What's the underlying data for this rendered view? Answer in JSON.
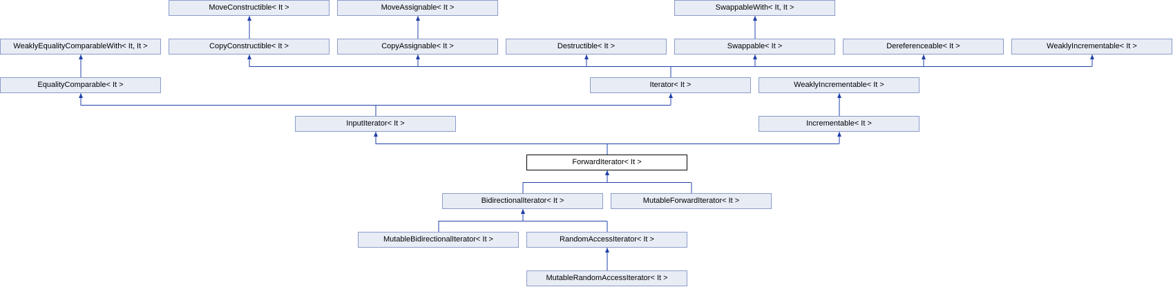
{
  "diagram": {
    "current_node": "ForwardIterator",
    "edge_color": "#1f3fa8",
    "nodes": {
      "MoveConstructible": "MoveConstructible< It >",
      "MoveAssignable": "MoveAssignable< It >",
      "SwappableWith": "SwappableWith< It, It >",
      "WeaklyEqualityComparableWith": "WeaklyEqualityComparableWith< It, It >",
      "CopyConstructible": "CopyConstructible< It >",
      "CopyAssignable": "CopyAssignable< It >",
      "Destructible": "Destructible< It >",
      "Swappable": "Swappable< It >",
      "Dereferenceable": "Dereferenceable< It >",
      "WeaklyIncrementableTop": "WeaklyIncrementable< It >",
      "EqualityComparable": "EqualityComparable< It >",
      "Iterator": "Iterator< It >",
      "WeaklyIncrementableMid": "WeaklyIncrementable< It >",
      "InputIterator": "InputIterator< It >",
      "Incrementable": "Incrementable< It >",
      "ForwardIterator": "ForwardIterator< It >",
      "BidirectionalIterator": "BidirectionalIterator< It >",
      "MutableForwardIterator": "MutableForwardIterator< It >",
      "MutableBidirectionalIterator": "MutableBidirectionalIterator< It >",
      "RandomAccessIterator": "RandomAccessIterator< It >",
      "MutableRandomAccessIterator": "MutableRandomAccessIterator< It >"
    },
    "edges": [
      [
        "MoveConstructible",
        "CopyConstructible"
      ],
      [
        "MoveAssignable",
        "CopyAssignable"
      ],
      [
        "SwappableWith",
        "Swappable"
      ],
      [
        "WeaklyEqualityComparableWith",
        "EqualityComparable"
      ],
      [
        "CopyConstructible",
        "Iterator"
      ],
      [
        "CopyAssignable",
        "Iterator"
      ],
      [
        "Destructible",
        "Iterator"
      ],
      [
        "Swappable",
        "Iterator"
      ],
      [
        "Dereferenceable",
        "Iterator"
      ],
      [
        "WeaklyIncrementableTop",
        "Iterator"
      ],
      [
        "WeaklyIncrementableMid",
        "Incrementable"
      ],
      [
        "EqualityComparable",
        "InputIterator"
      ],
      [
        "Iterator",
        "InputIterator"
      ],
      [
        "InputIterator",
        "ForwardIterator"
      ],
      [
        "Incrementable",
        "ForwardIterator"
      ],
      [
        "ForwardIterator",
        "BidirectionalIterator"
      ],
      [
        "ForwardIterator",
        "MutableForwardIterator"
      ],
      [
        "BidirectionalIterator",
        "MutableBidirectionalIterator"
      ],
      [
        "BidirectionalIterator",
        "RandomAccessIterator"
      ],
      [
        "RandomAccessIterator",
        "MutableRandomAccessIterator"
      ]
    ]
  }
}
